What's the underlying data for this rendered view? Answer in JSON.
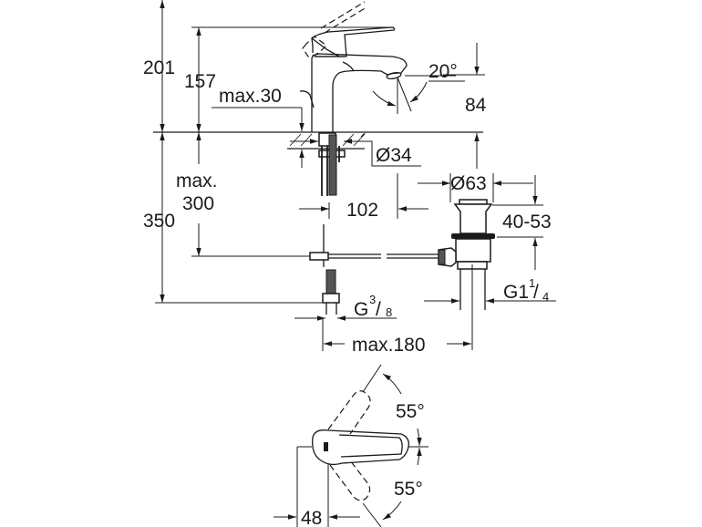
{
  "diagram": {
    "title": "Basin mixer technical drawing",
    "dimensions": {
      "total_height": "201",
      "spout_height": "157",
      "deck_thickness": "max.30",
      "spout_clearance": "84",
      "spout_angle": "20°",
      "hole_diameter": "Ø34",
      "below_deck_label_1": "max.",
      "below_deck_label_2": "300",
      "below_deck_total": "350",
      "spout_reach": "102",
      "waste_diameter": "Ø63",
      "waste_range": "40-53",
      "waste_thread_prefix": "G1",
      "waste_thread_num": "1",
      "waste_thread_den": "4",
      "supply_thread_prefix": "G",
      "supply_thread_num": "3",
      "supply_thread_den": "8",
      "max_distance": "max.180",
      "lever_offset": "48",
      "lever_angle_top": "55°",
      "lever_angle_bottom": "55°"
    }
  }
}
